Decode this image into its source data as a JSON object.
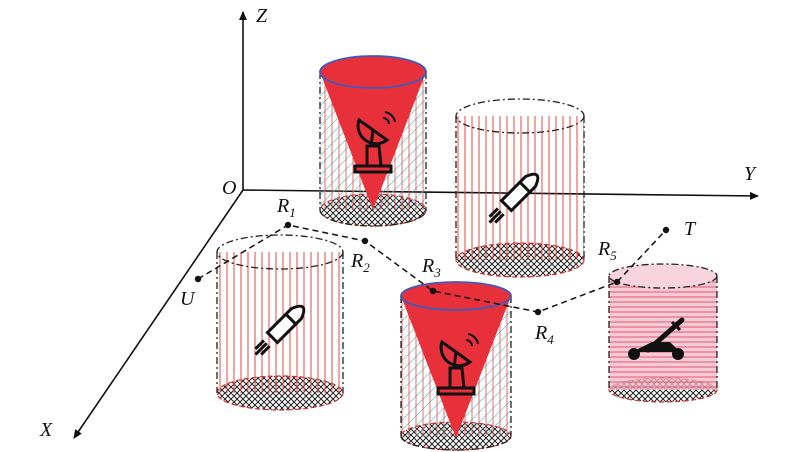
{
  "axes": {
    "origin_label": "O",
    "x_label": "X",
    "y_label": "Y",
    "z_label": "Z"
  },
  "path_points": [
    {
      "label": "U"
    },
    {
      "label": "R",
      "sub": "1"
    },
    {
      "label": "R",
      "sub": "2"
    },
    {
      "label": "R",
      "sub": "3"
    },
    {
      "label": "R",
      "sub": "4"
    },
    {
      "label": "R",
      "sub": "5"
    },
    {
      "label": "T"
    }
  ],
  "zones": [
    {
      "kind": "radar-cylinder",
      "icon": "radar-dish-icon"
    },
    {
      "kind": "missile-cylinder",
      "icon": "rocket-icon"
    },
    {
      "kind": "missile-cylinder",
      "icon": "rocket-icon"
    },
    {
      "kind": "radar-cylinder",
      "icon": "radar-dish-icon"
    },
    {
      "kind": "artillery-cylinder",
      "icon": "artillery-icon"
    }
  ],
  "colors": {
    "cone": "#e8303a",
    "cone_top_outline": "#3f5bbd",
    "hatch_red": "#e24a4a",
    "hatch_cyan": "#4fc1c9",
    "artillery_fill": "#f3b8c8",
    "axis": "#111111"
  }
}
